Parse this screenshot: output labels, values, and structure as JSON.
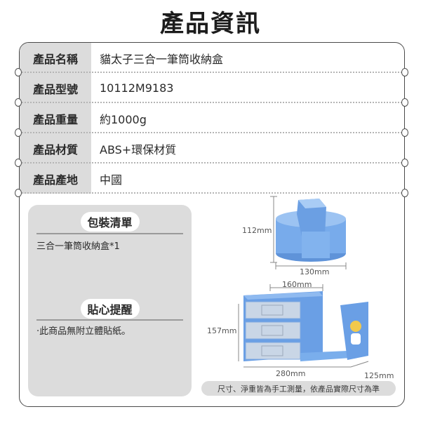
{
  "title": "產品資訊",
  "specs": [
    {
      "label": "產品名稱",
      "value": "貓太子三合一筆筒收納盒"
    },
    {
      "label": "產品型號",
      "value": "10112M9183"
    },
    {
      "label": "產品重量",
      "value": "約1000g"
    },
    {
      "label": "產品材質",
      "value": "ABS+環保材質"
    },
    {
      "label": "產品產地",
      "value": "中國"
    }
  ],
  "package": {
    "heading": "包裝清單",
    "items": [
      "三合一筆筒收納盒*1"
    ]
  },
  "reminder": {
    "heading": "貼心提醒",
    "items": [
      "‧此商品無附立體貼紙。"
    ]
  },
  "dimensions": {
    "pen_holder_height": "112mm",
    "pen_holder_width": "130mm",
    "drawer_width": "160mm",
    "drawer_height": "157mm",
    "total_length": "280mm",
    "depth": "125mm"
  },
  "note": "尺寸、淨重皆為手工測量，依產品實際尺寸為準",
  "colors": {
    "product_blue": "#6fa3e6",
    "label_bg": "#dcdcdc",
    "border": "#4a4a4a"
  }
}
